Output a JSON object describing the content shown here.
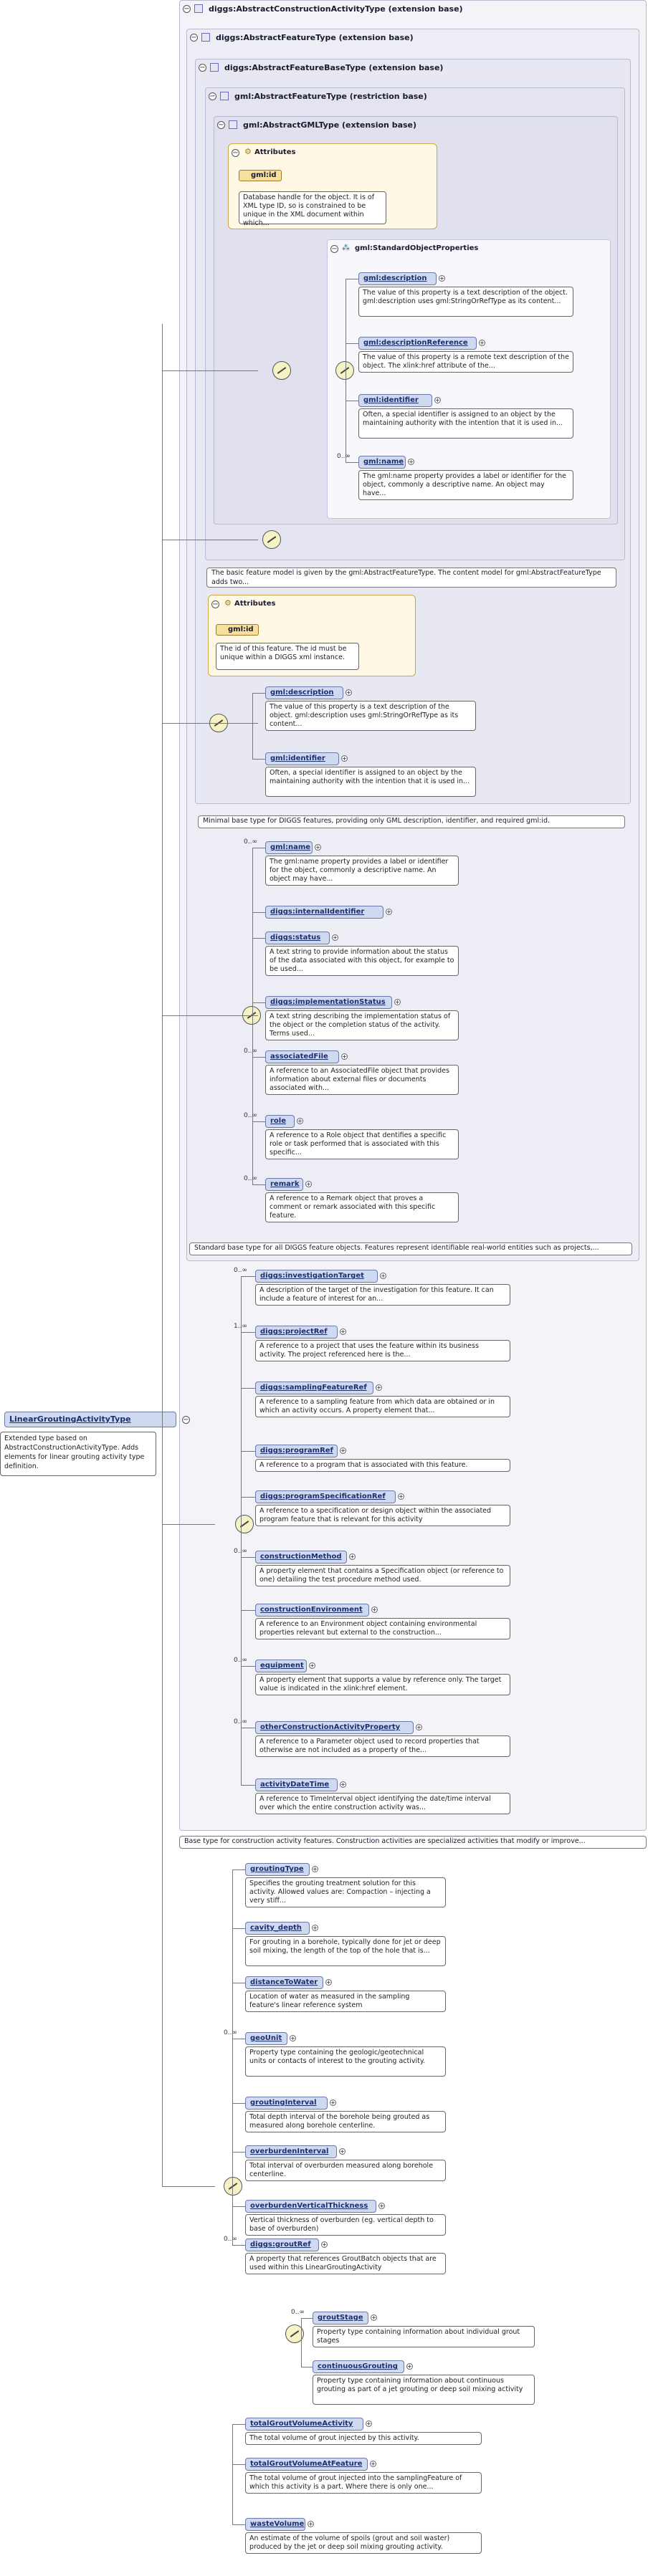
{
  "root": {
    "name": "LinearGroutingActivityType",
    "doc": "Extended type based on AbstractConstructionActivityType. Adds elements for linear grouting activity type definition."
  },
  "frames": {
    "f1": "diggs:AbstractConstructionActivityType (extension base)",
    "f2": "diggs:AbstractFeatureType (extension base)",
    "f3": "diggs:AbstractFeatureBaseType (extension base)",
    "f4": "gml:AbstractFeatureType (restriction base)",
    "f5": "gml:AbstractGMLType (extension base)"
  },
  "gml_attrs": {
    "title": "Attributes",
    "id": "gml:id",
    "id_doc": "Database handle for the object. It is of XML type ID, so is constrained to be unique in the XML document within which..."
  },
  "std_props": {
    "title": "gml:StandardObjectProperties",
    "items": [
      {
        "name": "gml:description",
        "mult": "",
        "doc": "The value of this property is a text description of the object. gml:description uses gml:StringOrRefType as its content..."
      },
      {
        "name": "gml:descriptionReference",
        "mult": "",
        "doc": "The value of this property is a remote text description of the object. The xlink:href attribute of the..."
      },
      {
        "name": "gml:identifier",
        "mult": "",
        "doc": "Often, a special identifier is assigned to an object by the maintaining authority with the intention that it is used in..."
      },
      {
        "name": "gml:name",
        "mult": "0..∞",
        "doc": "The gml:name property provides a label or identifier for the object, commonly a descriptive name. An object may have..."
      }
    ]
  },
  "captions": {
    "abstract_feature": "The basic feature model is given by the gml:AbstractFeatureType. The content model for gml:AbstractFeatureType adds two...",
    "feature_base": "Minimal base type for DIGGS features, providing only GML description, identifier, and required gml:id.",
    "abstract_diggs": "Standard base type for all DIGGS feature objects. Features represent identifiable real-world entities such as projects,...",
    "construction": "Base type for construction activity features. Construction activities are specialized activities that modify or improve..."
  },
  "base_attrs": {
    "title": "Attributes",
    "id": "gml:id",
    "id_doc": "The id of this feature. The id must be unique within a DIGGS xml instance."
  },
  "base_items": [
    {
      "name": "gml:description",
      "mult": "",
      "doc": "The value of this property is a text description of the object. gml:description uses gml:StringOrRefType as its content..."
    },
    {
      "name": "gml:identifier",
      "mult": "",
      "doc": "Often, a special identifier is assigned to an object by the maintaining authority with the intention that it is used in..."
    }
  ],
  "feature_items": [
    {
      "name": "gml:name",
      "mult": "0..∞",
      "doc": "The gml:name property provides a label or identifier for the object, commonly a descriptive name. An object may have..."
    },
    {
      "name": "diggs:internalIdentifier",
      "mult": "",
      "doc": ""
    },
    {
      "name": "diggs:status",
      "mult": "",
      "doc": "A text string to provide information about the status of the data associated with this object, for example to be used..."
    },
    {
      "name": "diggs:implementationStatus",
      "mult": "",
      "doc": "A text string describing the implementation status of the object or the completion status of the activity. Terms used..."
    },
    {
      "name": "associatedFile",
      "mult": "0..∞",
      "doc": "A reference to an AssociatedFile object that provides information about external files or documents associated with..."
    },
    {
      "name": "role",
      "mult": "0..∞",
      "doc": "A reference to a Role object that dentifies a specific role or task performed that is associated with this specific..."
    },
    {
      "name": "remark",
      "mult": "0..∞",
      "doc": "A reference to a Remark object that proves a comment or remark associated with this specific feature."
    }
  ],
  "construction_items": [
    {
      "name": "diggs:investigationTarget",
      "mult": "0..∞",
      "doc": "A description of the target of the investigation for this feature. It can include a feature of interest for an..."
    },
    {
      "name": "diggs:projectRef",
      "mult": "1..∞",
      "doc": "A reference to a project that uses the feature within its business activity. The project referenced here is the..."
    },
    {
      "name": "diggs:samplingFeatureRef",
      "mult": "",
      "doc": "A reference to a sampling feature from which data are obtained or in which an activity occurs. A property element that..."
    },
    {
      "name": "diggs:programRef",
      "mult": "",
      "doc": "A reference to a program that is associated with this feature."
    },
    {
      "name": "diggs:programSpecificationRef",
      "mult": "",
      "doc": "A reference to a specification or design object within the associated program feature that is relevant for this activity"
    },
    {
      "name": "constructionMethod",
      "mult": "0..∞",
      "doc": "A property element that contains a Specification object (or reference to one) detailing the test procedure method used."
    },
    {
      "name": "constructionEnvironment",
      "mult": "",
      "doc": "A reference to an Environment object containing environmental properties relevant but external to the construction..."
    },
    {
      "name": "equipment",
      "mult": "0..∞",
      "doc": "A property element that supports a value by reference only. The target value is indicated in the xlink:href element."
    },
    {
      "name": "otherConstructionActivityProperty",
      "mult": "0..∞",
      "doc": "A reference to a Parameter object used to record properties that otherwise are not included as a property of the..."
    },
    {
      "name": "activityDateTime",
      "mult": "",
      "doc": "A reference to TimeInterval object identifying the date/time interval over which the entire construction activity was..."
    }
  ],
  "linear_items": [
    {
      "name": "groutingType",
      "mult": "",
      "doc": "Specifies the grouting treatment solution for this activity. Allowed values are: Compaction – injecting a very stiff..."
    },
    {
      "name": "cavity_depth",
      "mult": "",
      "doc": "For grouting in a borehole, typically done for jet or deep soil mixing, the length of the top of the hole that is..."
    },
    {
      "name": "distanceToWater",
      "mult": "",
      "doc": "Location of water as measured in the sampling feature's linear reference system"
    },
    {
      "name": "geoUnit",
      "mult": "0..∞",
      "doc": "Property type containing the geologic/geotechnical units or contacts of interest to the grouting activity."
    },
    {
      "name": "groutingInterval",
      "mult": "",
      "doc": "Total depth interval of the borehole being grouted as measured along borehole centerline."
    },
    {
      "name": "overburdenInterval",
      "mult": "",
      "doc": "Total interval of overburden measured along borehole centerline."
    },
    {
      "name": "overburdenVerticalThickness",
      "mult": "",
      "doc": "Vertical thickness of overburden (eg. vertical depth to base of overburden)"
    },
    {
      "name": "diggs:groutRef",
      "mult": "0..∞",
      "doc": "A property that references GroutBatch objects that are used within this LinearGroutingActivity"
    }
  ],
  "choice_items": [
    {
      "name": "groutStage",
      "mult": "0..∞",
      "doc": "Property type containing information about individual grout stages"
    },
    {
      "name": "continuousGrouting",
      "mult": "",
      "doc": "Property type containing information about continuous grouting as part of a jet grouting or deep soil mixing activity"
    }
  ],
  "tail_items": [
    {
      "name": "totalGroutVolumeActivity",
      "mult": "",
      "doc": "The total volume of grout injected by this activity."
    },
    {
      "name": "totalGroutVolumeAtFeature",
      "mult": "",
      "doc": "The total volume of grout injected into the samplingFeature of which this activity is a part. Where there is only one..."
    },
    {
      "name": "wasteVolume",
      "mult": "",
      "doc": "An estimate of the volume of spoils (grout and soil waster) produced by the jet or deep soil mixing grouting activity."
    }
  ]
}
